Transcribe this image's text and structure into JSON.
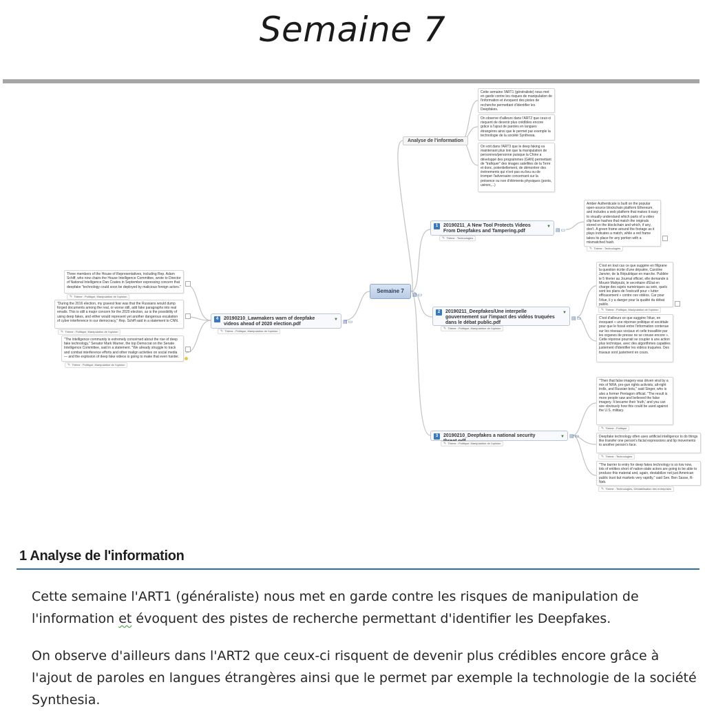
{
  "page": {
    "title": "Semaine 7"
  },
  "mindmap": {
    "root": "Semaine 7",
    "analysis_node": "Analyse de l'information",
    "analysis_notes": [
      "Cette semaine l'ART1 (généraliste) nous met en garde contre les risques de manipulation de l'information et évoquent des pistes de recherche permettant d'identifier les Deepfakes.",
      "On observe d'ailleurs dans l'ART2 que ceux-ci risquent de devenir plus crédibles encore grâce à l'ajout de paroles en langues étrangères ainsi que le permet par exemple la technologie de la société Synthesia.",
      "On voit dans l'ART3 que le deep faking va maintenant plus loin que la manipulation de personnes/personne puisque la Chine a développé des programmes (GAN) permettant de \"trafiquer\" des images satellites de la Terre et donc, potentiellement, de démontrer des évènements qui n'ont pas eu lieu ou de tromper l'adversaire concernant sur la présence ou non d'éléments physiques (ponts, usines,...)"
    ],
    "branches": [
      {
        "num": "1",
        "label": "20190211_A New Tool Protects Videos From Deepfakes and Tampering.pdf",
        "theme": "Thème : Technologies",
        "notes": [
          {
            "text": "Amber Authenticate is built on the popular open-source blockchain platform Ethereum, and includes a web platform that makes it easy to visually understand which parts of a video clip have hashes that match the originals stored on the blockchain and which, if any, don't. A green frame around the footage as it plays indicates a match, while a red frame takes its place for any portion with a mismatched hash.",
            "theme": "Thème : Technologies"
          }
        ]
      },
      {
        "num": "2",
        "label": "20190211_Deepfakes/Une interpelle gouvernement sur l'impact des vidéos truquées dans le débat public.pdf",
        "theme": "Thème : Politique, Manipulation de l'opinion",
        "notes": [
          {
            "text": "C'est en tout cas ce que suggère en filigrane la question écrite d'une députée, Caroline Janvier, de la République en marche. Publiée le 5 février au Journal officiel, elle demande à Mounir Mahjoubi, le secrétaire d'État en charge des sujets numériques au sein, quels sont les plans de l'exécutif pour « lutter efficacement » contre ces vidéos. Car pour l'élue, il y a danger pour la qualité du débat public.",
            "theme": "Thème : Politique, Manipulation de l'opinion"
          },
          {
            "text": "C'est d'ailleurs ce que suggère l'élue, en évoquant « une réponse politique et sociétale pour que le fossé entre l'information contenue sur les réseaux sociaux et celle travaillée par les organes de presse ne se creuse encore ». Cette réponse pourrait se coupler à une action plus technique, avec des algorithmes capables justement d'identifier les vidéos truquées. Des travaux sont justement en cours.",
            "theme": ""
          }
        ]
      },
      {
        "num": "3",
        "label": "20190210_Deepfakes a national security threat.pdf",
        "theme": "Thème : Politique, Manipulation de l'opinion",
        "notes": [
          {
            "text": "\"Then that false imagery was driven viral by a mix of NRA, pro-gun rights activists, alt-right trolls, and Russian bots,\" said Singer, who is also a former Pentagon official. \"The result is more people saw and believed the false imagery. It became their 'truth,' and you can see obviously how this could be used against the U.S. military.",
            "theme": "Thème : Politique"
          },
          {
            "text": "Deepfake technology often uses artificial intelligence to do things like transfer one person's facial expressions and lip movements to another person's face.",
            "theme": "Thème : Technologies"
          },
          {
            "text": "\"The barrier to entry for deep fakes technology is so low now, lots of entities short of nation-state actors are going to be able to produce this material and, again, destabilize not just American public trust but markets very rapidly,\" said Sen. Ben Sasse, R-Neb.",
            "theme": "Thème : Technologies, Déstabilisation des entreprises"
          }
        ]
      },
      {
        "num": "4",
        "label": "20190210_Lawmakers warn of deepfake videos ahead of 2020 election.pdf",
        "theme": "Thème : Politique, Manipulation de l'opinion",
        "notes": [
          {
            "text": "Three members of the House of Representatives, including Rep. Adam Schiff, who now chairs the House Intelligence Committee, wrote to Director of National Intelligence Dan Coates in September expressing concern that deepfake \"technology could soon be deployed by malicious foreign actors.\"",
            "theme": "Thème : Politique, Manipulation de l'opinion"
          },
          {
            "text": "\"During the 2016 election, my gravest fear was that the Russians would dump forged documents among the real, or worse still, add fake paragraphs into real emails. This is still a major concern for the 2020 election, as is the possibility of using deep fakes, and either would represent yet another dangerous escalation of cyber interference in our democracy,\" Rep. Schiff said in a statement to CNN.",
            "theme": "Thème : Politique, Manipulation de l'opinion"
          },
          {
            "text": "\"The intelligence community is extremely concerned about the rise of deep fake technology,\" Senator Mark Warner, the top Democrat on the Senate Intelligence Committee, said in a statement. \"We already struggle to track and combat interference efforts and other malign activities on social media — and the explosion of deep fake videos is going to make that even harder.",
            "theme": "Thème : Politique, Manipulation de l'opinion"
          }
        ]
      }
    ]
  },
  "section": {
    "heading": "1 Analyse de l'information",
    "para1_part1": "Cette semaine l'ART1 (généraliste) nous met en garde contre les risques de manipulation de l'information ",
    "para1_flag": "et",
    "para1_part2": " évoquent des pistes de recherche permettant d'identifier les Deepfakes.",
    "para2": "On observe d'ailleurs dans l'ART2 que ceux-ci risquent de devenir plus crédibles encore grâce à l'ajout de paroles en langues étrangères ainsi que le permet par exemple la technologie de la société Synthesia."
  },
  "colors": {
    "accent_blue": "#2e6da4",
    "node_blue": "#3a78c2",
    "rule_gray": "#a6a6a6"
  }
}
